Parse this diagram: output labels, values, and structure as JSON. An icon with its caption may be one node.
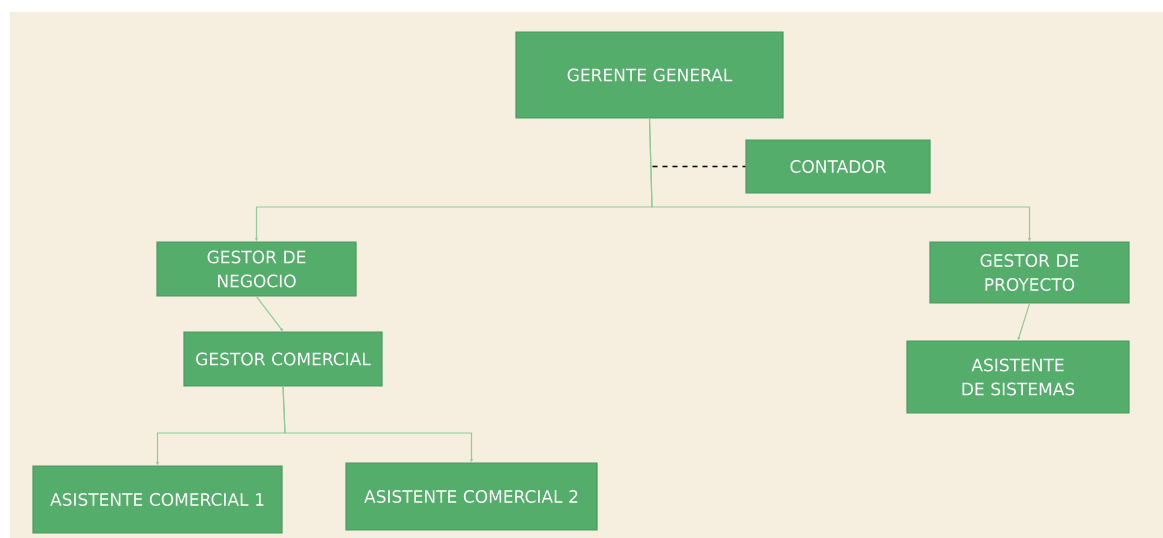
{
  "diagram": {
    "nodes": [
      {
        "text": [
          "GERENTE GENERAL"
        ]
      },
      {
        "text": [
          "CONTADOR"
        ]
      },
      {
        "text": [
          "GESTOR DE NEGOCIO"
        ]
      },
      {
        "text": [
          "GESTOR DE PROYECTO"
        ]
      },
      {
        "text": [
          "GESTOR COMERCIAL"
        ]
      },
      {
        "text": [
          "ASISTENTE DE SISTEMAS"
        ]
      },
      {
        "text": [
          "ASISTENTE COMERCIAL 1"
        ]
      },
      {
        "text": [
          "ASISTENTE COMERCIAL 2"
        ]
      }
    ],
    "edges": [
      {
        "from": 0,
        "to": 1,
        "arrow": "none",
        "style": "dashed",
        "color": "#000000"
      },
      {
        "from": 0,
        "to": 2,
        "arrow": "to"
      },
      {
        "from": 0,
        "to": 3,
        "arrow": "to"
      },
      {
        "from": 2,
        "to": 4,
        "arrow": "to"
      },
      {
        "from": 3,
        "to": 5,
        "arrow": "to"
      },
      {
        "from": 4,
        "to": 6,
        "arrow": "to"
      },
      {
        "from": 4,
        "to": 7,
        "arrow": "to"
      }
    ]
  }
}
